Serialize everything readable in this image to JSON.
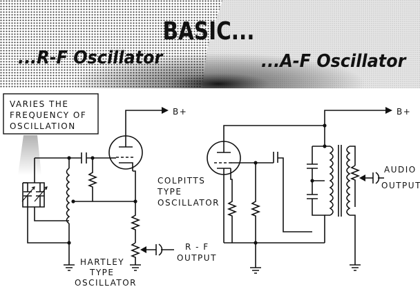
{
  "banner": {
    "heading": "BASIC...",
    "left_subtitle": "...R-F Oscillator",
    "right_subtitle": "...A-F Oscillator"
  },
  "left_circuit": {
    "note_box": [
      "VARIES THE",
      "FREQUENCY OF",
      "OSCILLATION"
    ],
    "supply": "B+",
    "output": [
      "R - F",
      "OUTPUT"
    ],
    "type": [
      "HARTLEY",
      "TYPE",
      "OSCILLATOR"
    ]
  },
  "right_circuit": {
    "supply": "B+",
    "type": [
      "COLPITTS",
      "TYPE",
      "OSCILLATOR"
    ],
    "output": [
      "AUDIO",
      "OUTPUT"
    ]
  }
}
